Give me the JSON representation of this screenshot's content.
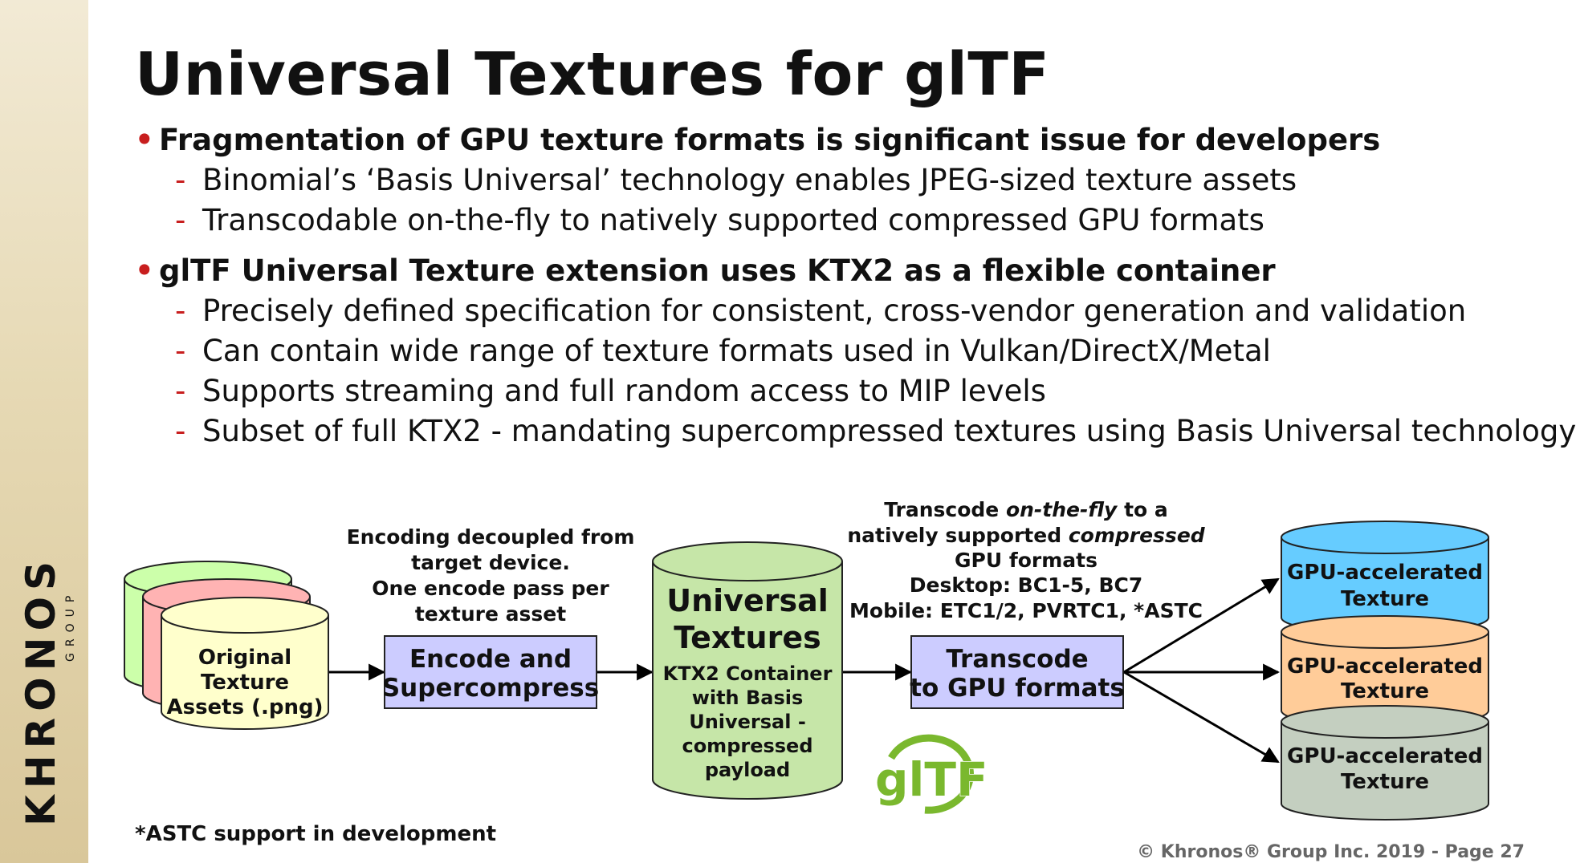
{
  "slide": {
    "title": "Universal Textures for glTF",
    "footnote": "*ASTC support in development",
    "copyright": "© Khronos® Group Inc. 2019 - Page 27"
  },
  "bullets": [
    {
      "text": "Fragmentation of GPU texture formats is significant issue for developers",
      "subs": [
        "Binomial’s ‘Basis Universal’ technology enables JPEG-sized texture assets",
        "Transcodable on-the-fly to natively supported compressed GPU formats"
      ]
    },
    {
      "text": "glTF Universal Texture extension uses KTX2 as a flexible container",
      "subs": [
        "Precisely defined specification for consistent, cross-vendor generation and validation",
        "Can contain wide range of texture formats used in Vulkan/DirectX/Metal",
        "Supports streaming and full random access to MIP levels",
        "Subset of full KTX2 - mandating supercompressed textures using Basis Universal technology"
      ]
    }
  ],
  "diagram": {
    "original_assets": [
      "Original",
      "Texture",
      "Assets (.png)"
    ],
    "encode_note": [
      "Encoding decoupled from",
      "target device.",
      "One encode pass per",
      "texture asset"
    ],
    "encode_box": [
      "Encode and",
      "Supercompress"
    ],
    "universal_title": [
      "Universal",
      "Textures"
    ],
    "universal_body": [
      "KTX2 Container",
      "with Basis",
      "Universal -",
      "compressed",
      "payload"
    ],
    "transcode_note": {
      "line1_a": "Transcode ",
      "line1_b": "on-the-fly",
      "line1_c": " to a",
      "line2_a": "natively supported ",
      "line2_b": "compressed",
      "line3": "GPU formats",
      "line4": "Desktop: BC1-5, BC7",
      "line5": "Mobile: ETC1/2, PVRTC1, *ASTC"
    },
    "transcode_box": [
      "Transcode",
      "to GPU formats"
    ],
    "gpu_texture": [
      "GPU-accelerated",
      "Texture"
    ],
    "gltf_logo": "glTF",
    "colors": {
      "green_stack": "#ccffaa",
      "pink_stack": "#ffb3b3",
      "yellow_stack": "#ffffcc",
      "process_box": "#ccccff",
      "universal": "#c6e6a8",
      "gpu_blue": "#66ccff",
      "gpu_orange": "#ffcc99",
      "gpu_gray": "#c4cfc0",
      "bullet_red": "#c81e1e",
      "gltf_green": "#7ab82e"
    }
  },
  "logo": {
    "text": "KHRONOS",
    "subtext": "GROUP"
  }
}
